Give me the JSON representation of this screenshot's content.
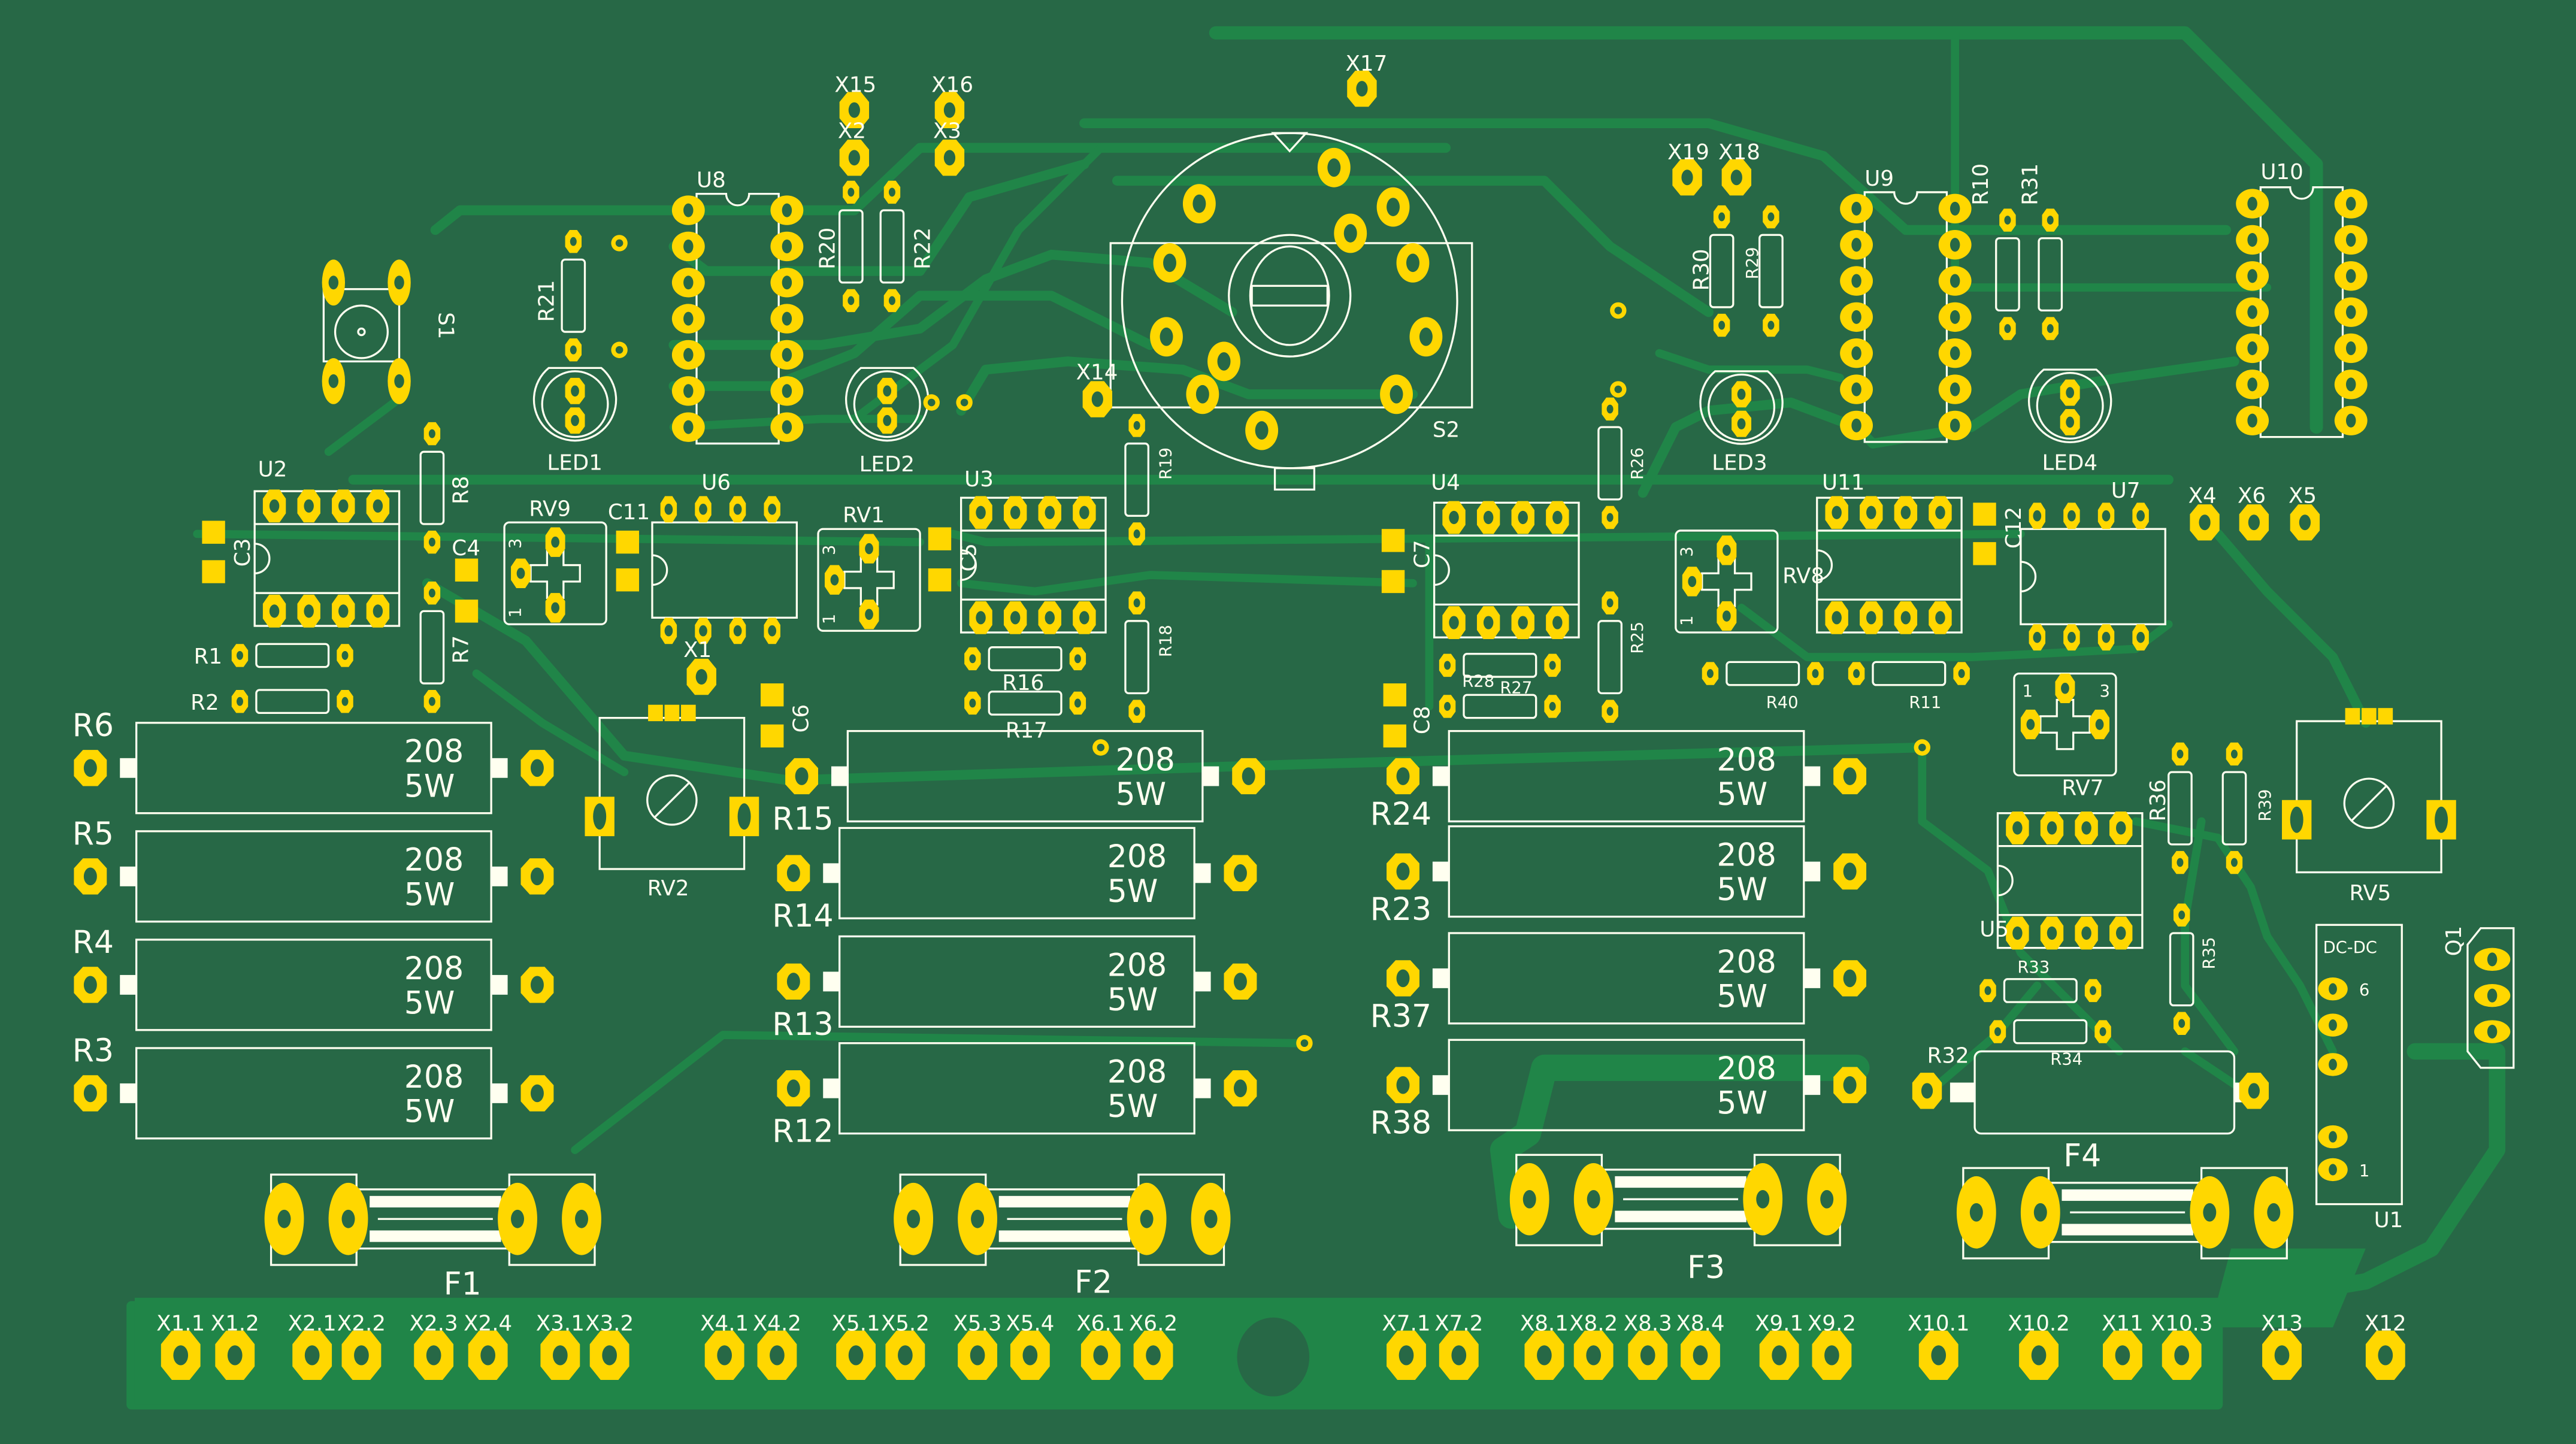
{
  "board": {
    "colors": {
      "substrate": "#276846",
      "copper_trace": "#208548",
      "pad": "#FFD700",
      "silkscreen": "#FFFFF0"
    }
  },
  "power_resistors": {
    "value": "208",
    "rating": "5W",
    "left_column": [
      "R6",
      "R5",
      "R4",
      "R3"
    ],
    "middle_column": [
      "R15",
      "R14",
      "R13",
      "R12"
    ],
    "right_column": [
      "R24",
      "R23",
      "R37",
      "R38"
    ]
  },
  "fuses": [
    "F1",
    "F2",
    "F3",
    "F4"
  ],
  "ics_dip8": [
    "U2",
    "U3",
    "U4",
    "U5",
    "U6",
    "U7",
    "U11"
  ],
  "ics_dip14": [
    "U8",
    "U9",
    "U10"
  ],
  "trimmers": [
    "RV9",
    "RV1",
    "RV8",
    "RV7"
  ],
  "trimmer_pin_labels": {
    "pin1": "1",
    "pin3": "3"
  },
  "potentiometers": [
    "RV2",
    "RV5"
  ],
  "leds": [
    "LED1",
    "LED2",
    "LED3",
    "LED4"
  ],
  "switches": {
    "push": "S1",
    "rotary": "S2"
  },
  "capacitors": [
    "C3",
    "C4",
    "C5",
    "C6",
    "C7",
    "C8",
    "C11",
    "C12"
  ],
  "small_resistors": [
    "R1",
    "R2",
    "R7",
    "R8",
    "R10",
    "R11",
    "R16",
    "R17",
    "R18",
    "R19",
    "R20",
    "R21",
    "R22",
    "R25",
    "R26",
    "R27",
    "R28",
    "R29",
    "R30",
    "R31",
    "R33",
    "R34",
    "R35",
    "R36",
    "R39",
    "R40"
  ],
  "large_resistor": "R32",
  "dcdc_module": {
    "ref": "U1",
    "title": "DC-DC",
    "pin_first": "6",
    "pin_last": "1"
  },
  "transistor": "Q1",
  "test_points": [
    "X1",
    "X2",
    "X3",
    "X4",
    "X5",
    "X6",
    "X14",
    "X15",
    "X16",
    "X17",
    "X18",
    "X19"
  ],
  "connector_strip": [
    "X1.1",
    "X1.2",
    "X2.1",
    "X2.2",
    "X2.3",
    "X2.4",
    "X3.1",
    "X3.2",
    "X4.1",
    "X4.2",
    "X5.1",
    "X5.2",
    "X5.3",
    "X5.4",
    "X6.1",
    "X6.2",
    "X7.1",
    "X7.2",
    "X8.1",
    "X8.2",
    "X8.3",
    "X8.4",
    "X9.1",
    "X9.2",
    "X10.1",
    "X10.2",
    "X11",
    "X10.3",
    "X13",
    "X12"
  ]
}
